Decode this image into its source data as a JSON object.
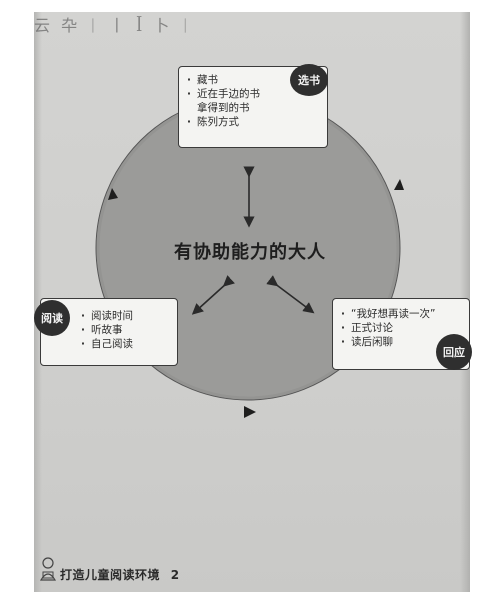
{
  "header_scribble": "云 卆 ᛁ 丨 ꟾ 卜 ᛁ",
  "center_label": "有协助能力的大人",
  "select_box": {
    "badge": "选书",
    "items": [
      "藏书",
      "近在手边的书",
      "拿得到的书",
      "陈列方式"
    ]
  },
  "read_box": {
    "badge": "阅读",
    "items": [
      "阅读时间",
      "听故事",
      "自己阅读"
    ]
  },
  "respond_box": {
    "badge": "回应",
    "items": [
      "“我好想再读一次”",
      "正式讨论",
      "读后闲聊"
    ]
  },
  "footer": {
    "title": "打造儿童阅读环境",
    "page_number": "2"
  },
  "colors": {
    "circle_fill": "#9b9b99",
    "paper": "#d0d0ce",
    "box_fill": "#f4f4f2",
    "badge_fill": "#2f2f2f"
  }
}
